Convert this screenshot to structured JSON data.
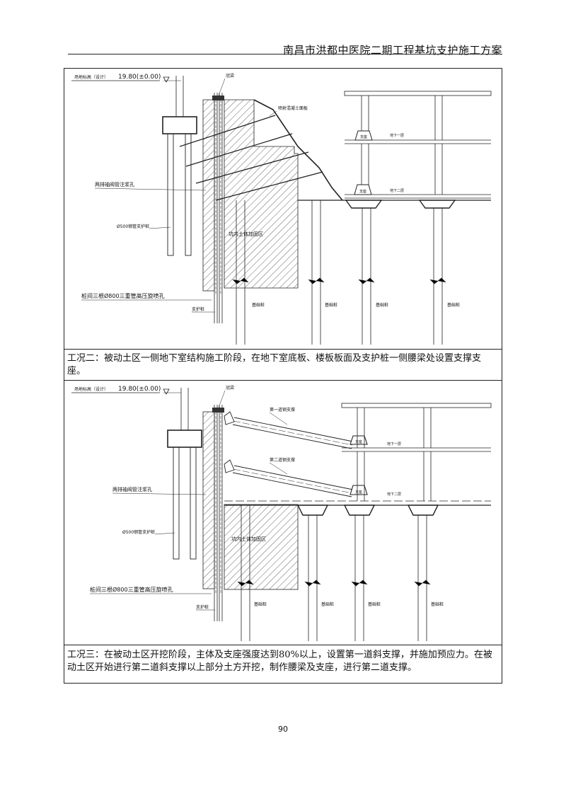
{
  "header": {
    "title": "南昌市洪都中医院二期工程基坑支护施工方案"
  },
  "figure1": {
    "elevation_label": "场地标高（设计）",
    "elevation_value": "19.80(±0.00)",
    "labels": {
      "capping_beam": "冠梁",
      "slope_mesh": "喷射混凝土面板",
      "grout_holes": "两排袖阀管注浆孔",
      "steel_pile": "Ø500钢管支护桩",
      "jet_grout": "桩间三根Ø800三重管高压旋喷孔",
      "support_pile": "支护桩",
      "soil_area": "坑内土体加固区",
      "floor_b1": "地下一层",
      "floor_b2": "地下二层",
      "pile_1": "基础桩",
      "pile_2": "基础桩",
      "pile_3": "基础桩",
      "pile_4": "基础桩",
      "seat_1": "支座",
      "seat_2": "支座"
    }
  },
  "caption1": "工况二：被动土区一侧地下室结构施工阶段，在地下室底板、楼板板面及支护桩一侧腰梁处设置支撑支座。",
  "figure2": {
    "elevation_label": "场地标高（设计）",
    "elevation_value": "19.80(±0.00)",
    "labels": {
      "capping_beam": "冠梁",
      "brace_1": "第一道钢支撑",
      "brace_2": "第二道钢支撑",
      "grout_holes": "两排袖阀管注浆孔",
      "steel_pile": "Ø500钢管支护桩",
      "jet_grout": "桩间三根Ø800三重管高压旋喷孔",
      "support_pile": "支护桩",
      "soil_area": "坑内土体加固区",
      "floor_b1": "地下一层",
      "floor_b2": "地下二层",
      "pile_1": "基础桩",
      "pile_2": "基础桩",
      "pile_3": "基础桩",
      "pile_4": "基础桩",
      "seat_1": "支座",
      "seat_2": "支座"
    }
  },
  "caption2": "工况三：在被动土区开挖阶段，主体及支座强度达到80%以上，设置第一道斜支撑，并施加预应力。在被动土区开始进行第二道斜支撑以上部分土方开挖，制作腰梁及支座，进行第二道支撑。",
  "footer": {
    "page_number": "90"
  }
}
